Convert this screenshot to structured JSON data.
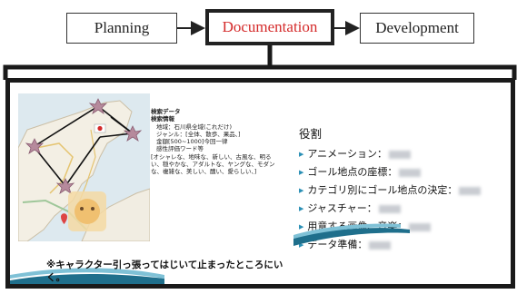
{
  "flow": {
    "steps": [
      {
        "label": "Planning"
      },
      {
        "label": "Documentation"
      },
      {
        "label": "Development"
      }
    ]
  },
  "slide": {
    "search": {
      "title1": "検索データ",
      "title2": "検索情報",
      "lines": [
        "地域：石川県全域(これだけ)",
        "ジャンル：[全体、散歩、果品、]",
        "金額[500~1000]今回一律",
        "感性評価ワード等"
      ],
      "words": "[オシャレな、地味な、新しい、古風な、明るい、穏やかな、アダルトな、ヤングな、モダンな、複雑な、美しい、醜い、愛らしい、]"
    },
    "roles": {
      "title": "役割",
      "items": [
        {
          "label": "アニメーション："
        },
        {
          "label": "ゴール地点の座標："
        },
        {
          "label": "カテゴリ別にゴール地点の決定："
        },
        {
          "label": "ジャスチャー："
        },
        {
          "label": "用意する画像、音楽："
        },
        {
          "label": "データ準備："
        }
      ]
    },
    "note": "※キャラクター引っ張ってはじいて止まったところにいく。"
  },
  "colors": {
    "doc_text": "#d42a2a",
    "accent": "#2a8fb5",
    "arrow": "#222222"
  }
}
